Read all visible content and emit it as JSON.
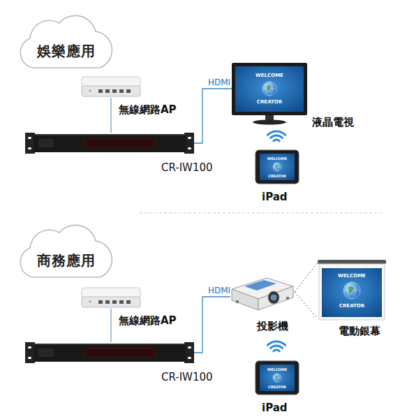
{
  "diagram": {
    "nodes": [
      {
        "text": [
          "娛樂應用"
        ]
      },
      {
        "text": [
          "無線網路AP"
        ]
      },
      {
        "text": [
          "CR-IW100"
        ]
      },
      {
        "text": [
          "WELCOME",
          "CREATOR",
          "液晶電視"
        ]
      },
      {
        "text": [
          "WELCOME",
          "CREATOR",
          "iPad"
        ]
      },
      {
        "text": [
          "商務應用"
        ]
      },
      {
        "text": [
          "無線網路AP"
        ]
      },
      {
        "text": [
          "CR-IW100"
        ]
      },
      {
        "text": [
          "投影機"
        ]
      },
      {
        "text": [
          "WELCOME",
          "CREATOR",
          "電動銀幕"
        ]
      },
      {
        "text": [
          "WELCOME",
          "CREATOR",
          "iPad"
        ]
      }
    ],
    "edges": [
      {
        "from": 1,
        "to": 2,
        "arrow": "none"
      },
      {
        "from": 2,
        "to": 3,
        "label": "HDMI",
        "arrow": "none"
      },
      {
        "from": 6,
        "to": 7,
        "arrow": "none"
      },
      {
        "from": 7,
        "to": 8,
        "label": "HDMI",
        "arrow": "none"
      },
      {
        "from": 8,
        "to": 9,
        "arrow": "none"
      }
    ]
  }
}
